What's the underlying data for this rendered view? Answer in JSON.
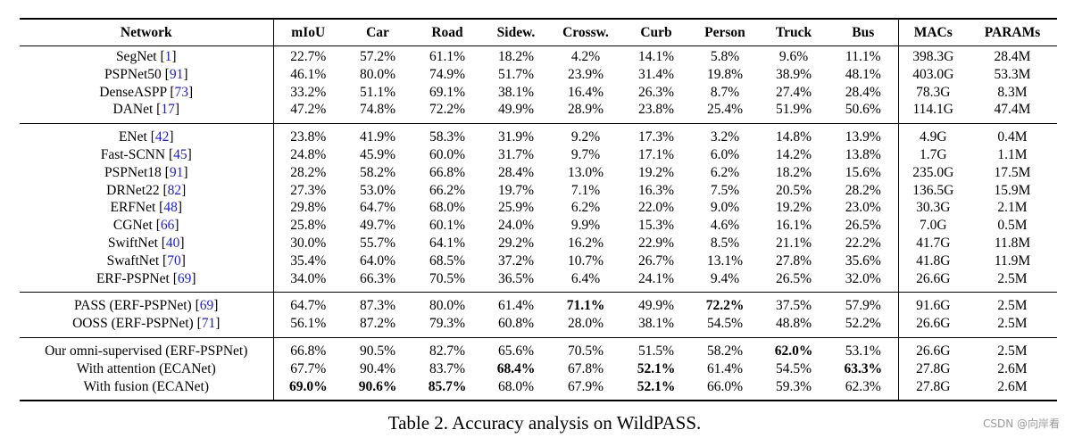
{
  "table": {
    "headers": [
      "Network",
      "mIoU",
      "Car",
      "Road",
      "Sidew.",
      "Crossw.",
      "Curb",
      "Person",
      "Truck",
      "Bus",
      "MACs",
      "PARAMs"
    ],
    "groups": [
      [
        {
          "name": "SegNet",
          "cite": "1",
          "cells": [
            "22.7%",
            "57.2%",
            "61.1%",
            "18.2%",
            "4.2%",
            "14.1%",
            "5.8%",
            "9.6%",
            "11.1%",
            "398.3G",
            "28.4M"
          ],
          "bold": []
        },
        {
          "name": "PSPNet50",
          "cite": "91",
          "cells": [
            "46.1%",
            "80.0%",
            "74.9%",
            "51.7%",
            "23.9%",
            "31.4%",
            "19.8%",
            "38.9%",
            "48.1%",
            "403.0G",
            "53.3M"
          ],
          "bold": []
        },
        {
          "name": "DenseASPP",
          "cite": "73",
          "cells": [
            "33.2%",
            "51.1%",
            "69.1%",
            "38.1%",
            "16.4%",
            "26.3%",
            "8.7%",
            "27.4%",
            "28.4%",
            "78.3G",
            "8.3M"
          ],
          "bold": []
        },
        {
          "name": "DANet",
          "cite": "17",
          "cells": [
            "47.2%",
            "74.8%",
            "72.2%",
            "49.9%",
            "28.9%",
            "23.8%",
            "25.4%",
            "51.9%",
            "50.6%",
            "114.1G",
            "47.4M"
          ],
          "bold": []
        }
      ],
      [
        {
          "name": "ENet",
          "cite": "42",
          "cells": [
            "23.8%",
            "41.9%",
            "58.3%",
            "31.9%",
            "9.2%",
            "17.3%",
            "3.2%",
            "14.8%",
            "13.9%",
            "4.9G",
            "0.4M"
          ],
          "bold": []
        },
        {
          "name": "Fast-SCNN",
          "cite": "45",
          "cells": [
            "24.8%",
            "45.9%",
            "60.0%",
            "31.7%",
            "9.7%",
            "17.1%",
            "6.0%",
            "14.2%",
            "13.8%",
            "1.7G",
            "1.1M"
          ],
          "bold": []
        },
        {
          "name": "PSPNet18",
          "cite": "91",
          "cells": [
            "28.2%",
            "58.2%",
            "66.8%",
            "28.4%",
            "13.0%",
            "19.2%",
            "6.2%",
            "18.2%",
            "15.6%",
            "235.0G",
            "17.5M"
          ],
          "bold": []
        },
        {
          "name": "DRNet22",
          "cite": "82",
          "cells": [
            "27.3%",
            "53.0%",
            "66.2%",
            "19.7%",
            "7.1%",
            "16.3%",
            "7.5%",
            "20.5%",
            "28.2%",
            "136.5G",
            "15.9M"
          ],
          "bold": []
        },
        {
          "name": "ERFNet",
          "cite": "48",
          "cells": [
            "29.8%",
            "64.7%",
            "68.0%",
            "25.9%",
            "6.2%",
            "22.0%",
            "9.0%",
            "19.2%",
            "23.0%",
            "30.3G",
            "2.1M"
          ],
          "bold": []
        },
        {
          "name": "CGNet",
          "cite": "66",
          "cells": [
            "25.8%",
            "49.7%",
            "60.1%",
            "24.0%",
            "9.9%",
            "15.3%",
            "4.6%",
            "16.1%",
            "26.5%",
            "7.0G",
            "0.5M"
          ],
          "bold": []
        },
        {
          "name": "SwiftNet",
          "cite": "40",
          "cells": [
            "30.0%",
            "55.7%",
            "64.1%",
            "29.2%",
            "16.2%",
            "22.9%",
            "8.5%",
            "21.1%",
            "22.2%",
            "41.7G",
            "11.8M"
          ],
          "bold": []
        },
        {
          "name": "SwaftNet",
          "cite": "70",
          "cells": [
            "35.4%",
            "64.0%",
            "68.5%",
            "37.2%",
            "10.7%",
            "26.7%",
            "13.1%",
            "27.8%",
            "35.6%",
            "41.8G",
            "11.9M"
          ],
          "bold": []
        },
        {
          "name": "ERF-PSPNet",
          "cite": "69",
          "cells": [
            "34.0%",
            "66.3%",
            "70.5%",
            "36.5%",
            "6.4%",
            "24.1%",
            "9.4%",
            "26.5%",
            "32.0%",
            "26.6G",
            "2.5M"
          ],
          "bold": []
        }
      ],
      [
        {
          "name": "PASS (ERF-PSPNet)",
          "cite": "69",
          "cells": [
            "64.7%",
            "87.3%",
            "80.0%",
            "61.4%",
            "71.1%",
            "49.9%",
            "72.2%",
            "37.5%",
            "57.9%",
            "91.6G",
            "2.5M"
          ],
          "bold": [
            4,
            6
          ]
        },
        {
          "name": "OOSS (ERF-PSPNet)",
          "cite": "71",
          "cells": [
            "56.1%",
            "87.2%",
            "79.3%",
            "60.8%",
            "28.0%",
            "38.1%",
            "54.5%",
            "48.8%",
            "52.2%",
            "26.6G",
            "2.5M"
          ],
          "bold": []
        }
      ],
      [
        {
          "name": "Our omni-supervised (ERF-PSPNet)",
          "cite": "",
          "cells": [
            "66.8%",
            "90.5%",
            "82.7%",
            "65.6%",
            "70.5%",
            "51.5%",
            "58.2%",
            "62.0%",
            "53.1%",
            "26.6G",
            "2.5M"
          ],
          "bold": [
            7
          ]
        },
        {
          "name": "With attention (ECANet)",
          "cite": "",
          "cells": [
            "67.7%",
            "90.4%",
            "83.7%",
            "68.4%",
            "67.8%",
            "52.1%",
            "61.4%",
            "54.5%",
            "63.3%",
            "27.8G",
            "2.6M"
          ],
          "bold": [
            3,
            5,
            8
          ]
        },
        {
          "name": "With fusion (ECANet)",
          "cite": "",
          "cells": [
            "69.0%",
            "90.6%",
            "85.7%",
            "68.0%",
            "67.9%",
            "52.1%",
            "66.0%",
            "59.3%",
            "62.3%",
            "27.8G",
            "2.6M"
          ],
          "bold": [
            0,
            1,
            2,
            5
          ]
        }
      ]
    ]
  },
  "caption": "Table 2. Accuracy analysis on WildPASS.",
  "watermark": "CSDN @向岸看",
  "colors": {
    "citation": "#1a1aee",
    "watermark": "#9a9a9a"
  }
}
